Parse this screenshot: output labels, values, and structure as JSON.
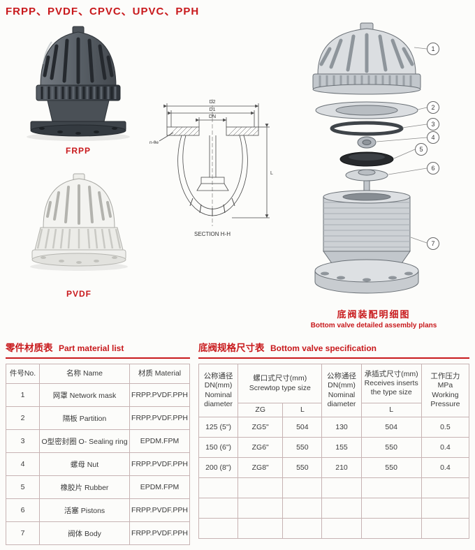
{
  "colors": {
    "accent_red": "#c8191c",
    "table_border": "#c7b3b3"
  },
  "page": {
    "title": "FRPP、PVDF、CPVC、UPVC、PPH"
  },
  "products": {
    "frpp_label": "FRPP",
    "pvdf_label": "PVDF"
  },
  "drawing": {
    "dim_d2": "D2",
    "dim_d1": "D1",
    "dim_dn": "DN",
    "dim_l": "L",
    "bolt_label": "n-θe",
    "section_label": "SECTION  H-H"
  },
  "assembly": {
    "caption_zh": "底阀装配明细图",
    "caption_en": "Bottom valve detailed assembly plans",
    "callouts": [
      "1",
      "2",
      "3",
      "4",
      "5",
      "6",
      "7"
    ]
  },
  "material_table": {
    "title_zh": "零件材质表",
    "title_en": "Part material list",
    "headers": [
      "件号No.",
      "名称 Name",
      "材质 Material"
    ],
    "rows": [
      [
        "1",
        "网罩 Network mask",
        "FRPP.PVDF.PPH"
      ],
      [
        "2",
        "隔板 Partition",
        "FRPP.PVDF.PPH"
      ],
      [
        "3",
        "O型密封圈 O- Sealing ring",
        "EPDM.FPM"
      ],
      [
        "4",
        "螺母 Nut",
        "FRPP.PVDF.PPH"
      ],
      [
        "5",
        "橡胶片 Rubber",
        "EPDM.FPM"
      ],
      [
        "6",
        "活塞 Pistons",
        "FRPP.PVDF.PPH"
      ],
      [
        "7",
        "阀体 Body",
        "FRPP.PVDF.PPH"
      ]
    ]
  },
  "spec_table": {
    "title_zh": "底阀规格尺寸表",
    "title_en": "Bottom valve specification",
    "headers": {
      "nominal_left": "公称通径\nDN(mm)\nNominal\ndiameter",
      "screw_group": "螺口式尺寸(mm)\nScrewtop type size",
      "zg": "ZG",
      "l_screw": "L",
      "nominal_right": "公称通径\nDN(mm)\nNominal\ndiameter",
      "socket_group": "承插式尺寸(mm)\nReceives inserts\nthe type size",
      "l_socket": "L",
      "pressure": "工作压力\nMPa\nWorking\nPressure"
    },
    "rows": [
      [
        "125 (5\")",
        "ZG5\"",
        "504",
        "130",
        "504",
        "0.5"
      ],
      [
        "150 (6\")",
        "ZG6\"",
        "550",
        "155",
        "550",
        "0.4"
      ],
      [
        "200 (8\")",
        "ZG8\"",
        "550",
        "210",
        "550",
        "0.4"
      ]
    ]
  }
}
